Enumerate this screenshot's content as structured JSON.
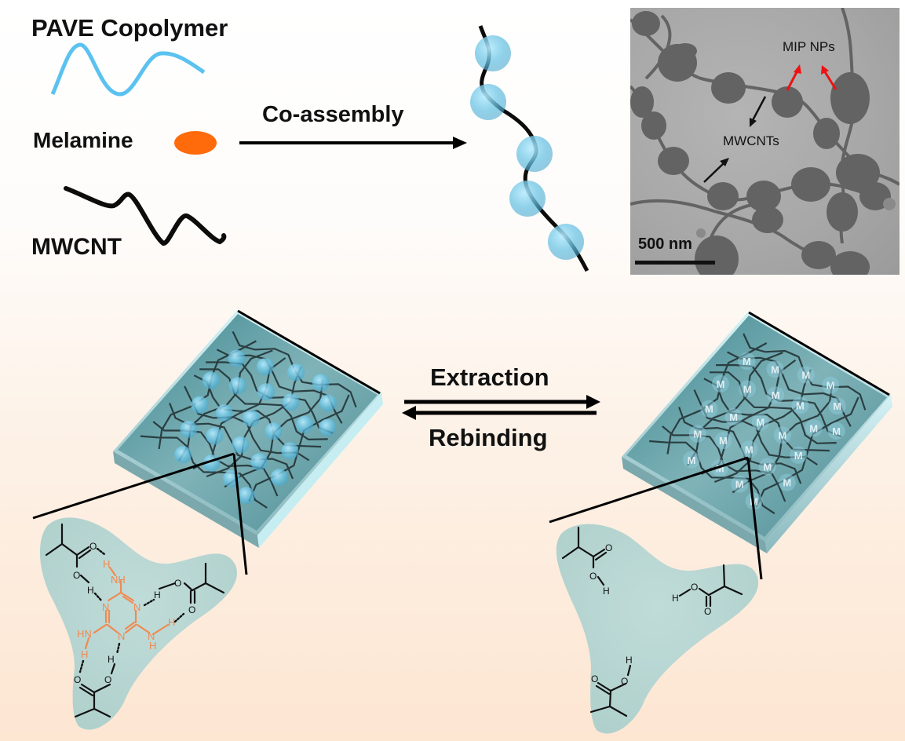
{
  "legend": {
    "copolymer_label": "PAVE Copolymer",
    "template_label": "Melamine",
    "nanotube_label": "MWCNT"
  },
  "process": {
    "assembly_arrow_label": "Co-assembly",
    "forward_label": "Extraction",
    "reverse_label": "Rebinding"
  },
  "tem_image": {
    "nanoparticle_label": "MIP NPs",
    "nanotube_label": "MWCNTs",
    "scale_bar_label": "500 nm"
  },
  "film_after": {
    "cavity_marker": "M"
  },
  "chemistry": {
    "atom_O": "O",
    "atom_H": "H",
    "atom_N": "N",
    "group_NH": "NH",
    "group_HN": "HN"
  },
  "colors": {
    "copolymer": "#5bc2f0",
    "melamine": "#ff6a0a",
    "melamine_structure": "#f08a50",
    "nanotube": "#111111",
    "film": "#5a9ea6",
    "pocket": "#b8d8d6",
    "red_arrow": "#ee1111"
  }
}
